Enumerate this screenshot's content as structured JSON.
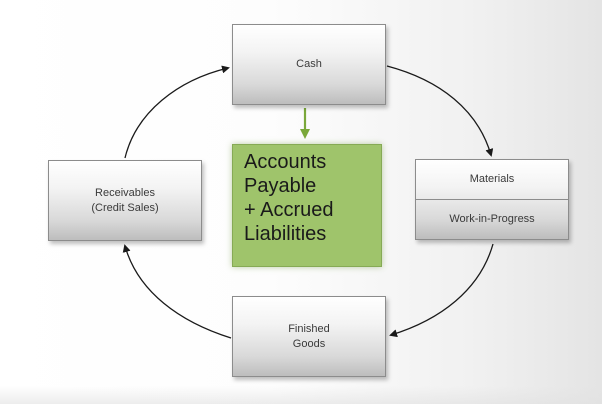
{
  "diagram": {
    "nodes": {
      "cash": "Cash",
      "receivables": "Receivables\n(Credit Sales)",
      "materials": "Materials",
      "work_in_progress": "Work-in-Progress",
      "finished_goods": "Finished\nGoods",
      "accounts_payable": "Accounts\nPayable\n+ Accrued\nLiabilities"
    },
    "cycle_order": [
      "Cash",
      "Materials",
      "Work-in-Progress",
      "Finished Goods",
      "Receivables (Credit Sales)",
      "Cash"
    ],
    "colors": {
      "highlight_box": "#9fc46b",
      "highlight_arrow": "#7aa83a",
      "cycle_arrow": "#1a1a1a"
    }
  }
}
